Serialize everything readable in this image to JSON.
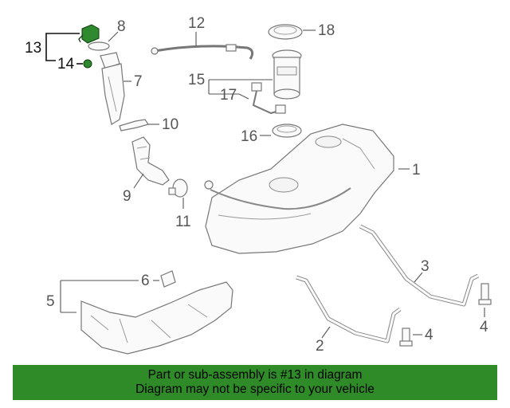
{
  "callouts": {
    "c1": "1",
    "c2": "2",
    "c3": "3",
    "c4a": "4",
    "c4b": "4",
    "c5": "5",
    "c6": "6",
    "c7": "7",
    "c8": "8",
    "c9": "9",
    "c10": "10",
    "c11": "11",
    "c12": "12",
    "c13": "13",
    "c14": "14",
    "c15": "15",
    "c16": "16",
    "c17": "17",
    "c18": "18"
  },
  "highlighted_part": "13",
  "colors": {
    "highlight": "#2f8a2f",
    "banner": "#2e8b27"
  },
  "banner": {
    "line1": "Part or sub-assembly is #13 in diagram",
    "line2": "Diagram may not be specific to your vehicle"
  }
}
